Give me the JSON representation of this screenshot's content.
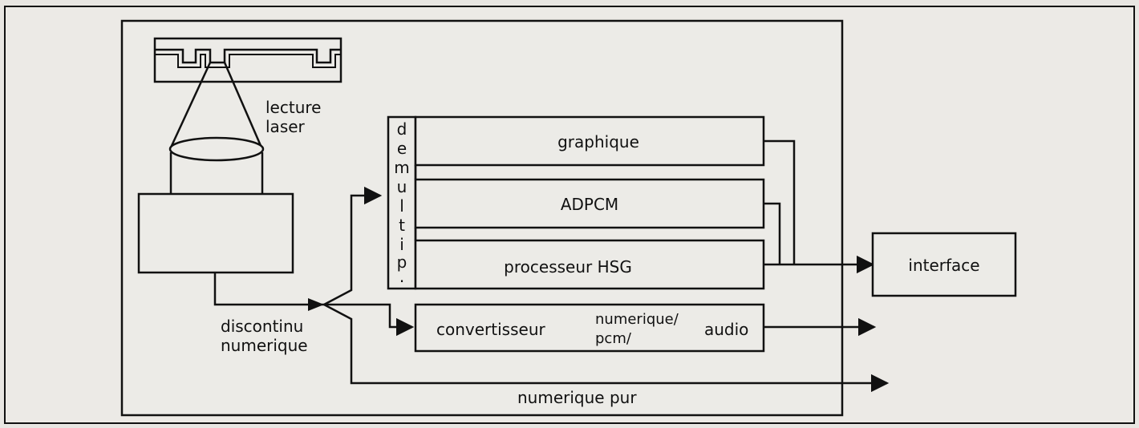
{
  "labels": {
    "laser_line1": "lecture",
    "laser_line2": "laser",
    "demux_letters": [
      "d",
      "e",
      "m",
      "u",
      "l",
      "t",
      "i",
      "p",
      "."
    ],
    "graphique": "graphique",
    "adpcm": "ADPCM",
    "processeur": "processeur  HSG",
    "convertisseur": "convertisseur",
    "conv_numerique": "numerique/",
    "conv_pcm": "pcm/",
    "conv_audio": "audio",
    "interface": "interface",
    "discontinu_line1": "discontinu",
    "discontinu_line2": "numerique",
    "numerique_pur": "numerique  pur"
  },
  "colors": {
    "ink": "#111111",
    "paper": "#ecebe7",
    "background": "#e8e6e2"
  }
}
